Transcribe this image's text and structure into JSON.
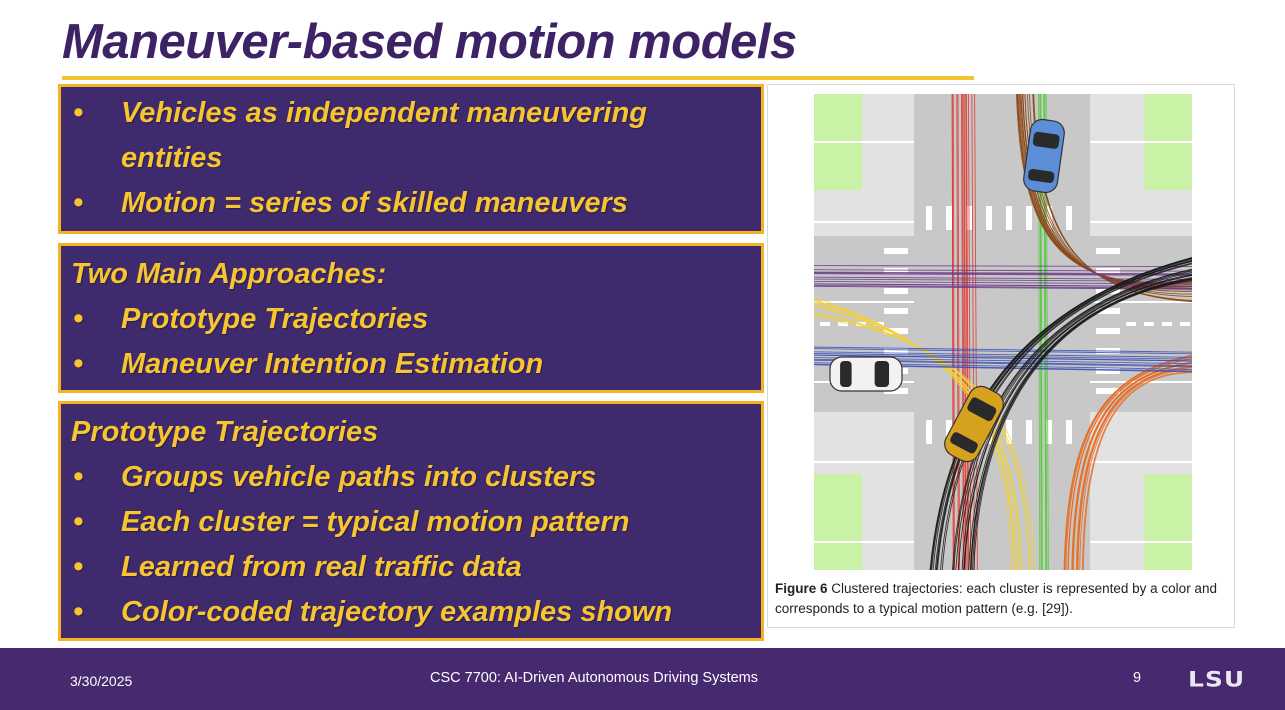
{
  "slide": {
    "title": "Maneuver-based motion models",
    "box1": {
      "items": [
        {
          "bullet": "•",
          "text": "Vehicles as independent maneuvering"
        },
        {
          "bullet": "",
          "text": "entities"
        },
        {
          "bullet": "•",
          "text": "Motion = series of skilled maneuvers"
        }
      ]
    },
    "box2": {
      "heading": "Two Main Approaches:",
      "items": [
        "Prototype Trajectories",
        "Maneuver Intention Estimation"
      ]
    },
    "box3": {
      "heading": "Prototype Trajectories",
      "items": [
        "Groups vehicle paths into clusters",
        "Each cluster = typical motion pattern",
        "Learned from real traffic data",
        "Color-coded trajectory examples shown"
      ]
    },
    "bullet": "•",
    "figure": {
      "caption_label": "Figure 6",
      "caption_text": " Clustered trajectories: each cluster is represented by a color and corresponds to a typical motion pattern (e.g. [29]).",
      "colors": {
        "road": "#c8c8c8",
        "grass": "#c9f2a6",
        "sidewalk": "#e2e2e2",
        "red": "#e0362c",
        "brown": "#8b4a1a",
        "orange": "#e86a1e",
        "yellow": "#f2d23a",
        "green": "#52cc3a",
        "blue": "#3a4fb5",
        "purple": "#6a3a8a",
        "black": "#1a1a1a"
      }
    }
  },
  "footer": {
    "date": "3/30/2025",
    "course": "CSC 7700:  AI-Driven Autonomous Driving Systems",
    "page": "9",
    "logo": "LSU"
  }
}
